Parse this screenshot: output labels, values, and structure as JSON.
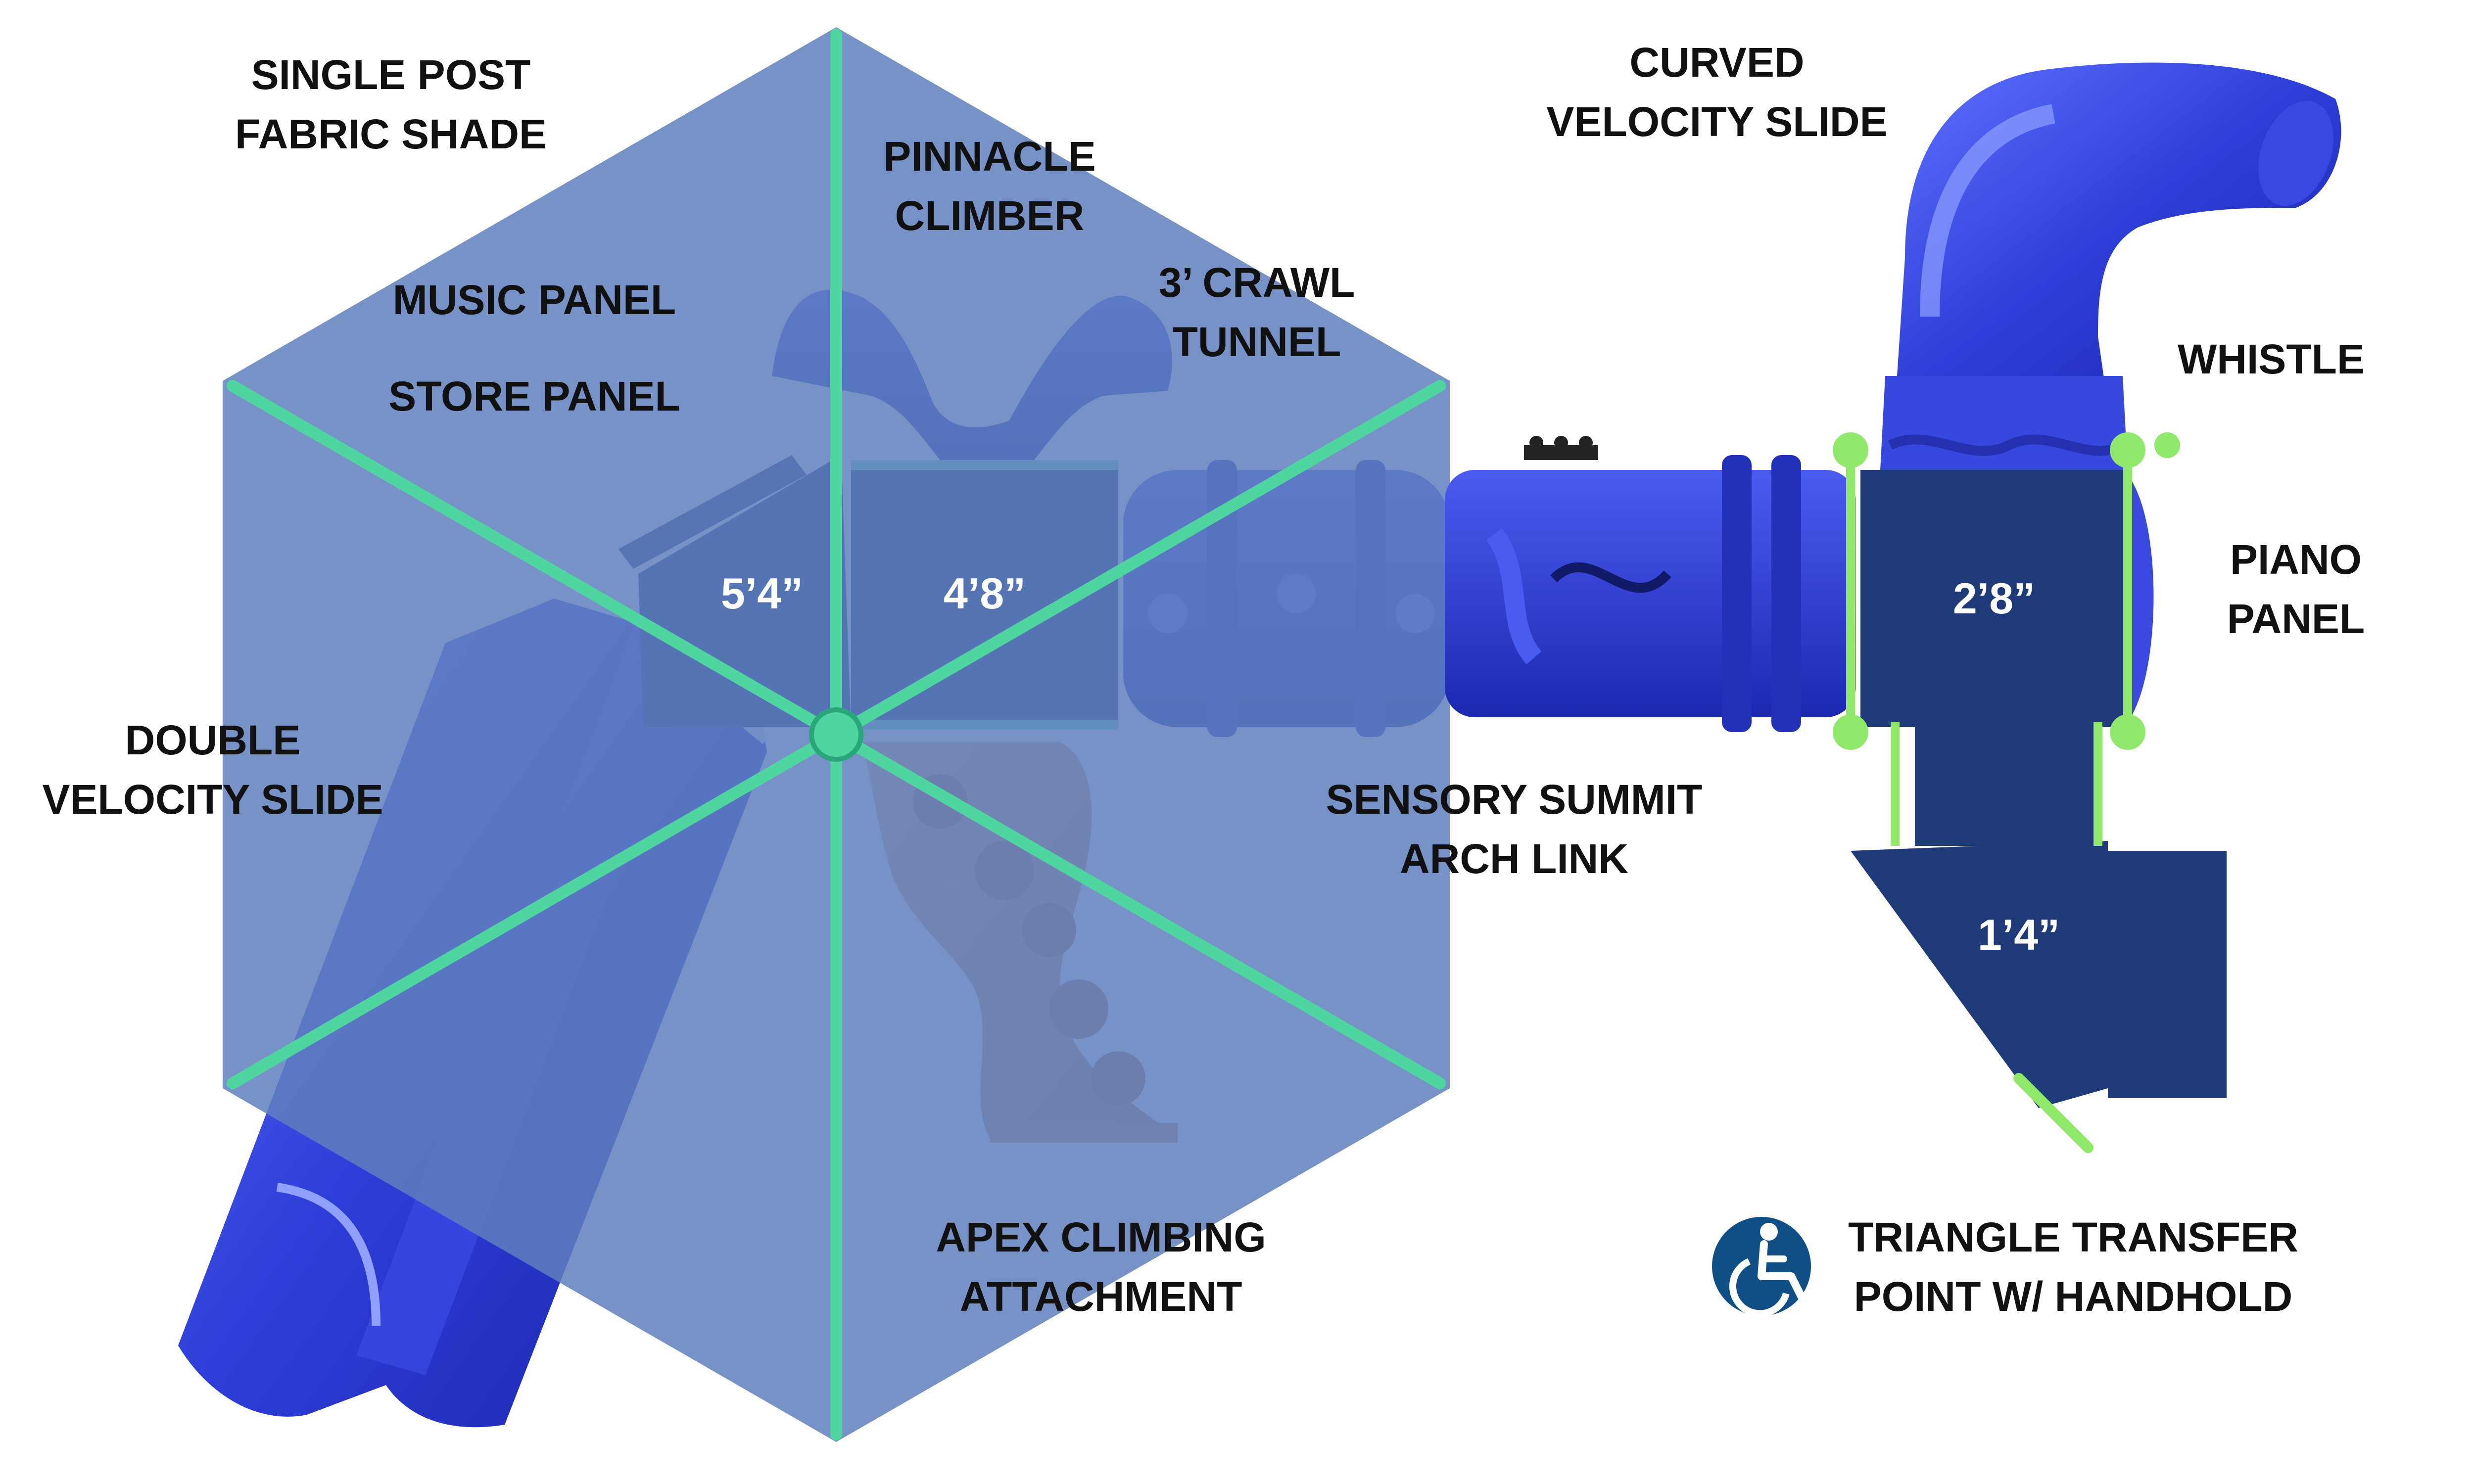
{
  "labels": {
    "shade": [
      "SINGLE POST",
      "FABRIC SHADE"
    ],
    "pinnacle": [
      "PINNACLE",
      "CLIMBER"
    ],
    "music_panel": "MUSIC PANEL",
    "store_panel": "STORE PANEL",
    "crawl_tunnel": [
      "3’ CRAWL",
      "TUNNEL"
    ],
    "curved_slide": [
      "CURVED",
      "VELOCITY SLIDE"
    ],
    "whistle": "WHISTLE",
    "piano": [
      "PIANO",
      "PANEL"
    ],
    "double_slide": [
      "DOUBLE",
      "VELOCITY SLIDE"
    ],
    "sensory": [
      "SENSORY SUMMIT",
      "ARCH LINK"
    ],
    "apex": [
      "APEX CLIMBING",
      "ATTACHMENT"
    ],
    "transfer": [
      "TRIANGLE TRANSFER",
      "POINT W/ HANDHOLD"
    ]
  },
  "deck_heights": {
    "deck_a": "5’4”",
    "deck_b": "4’8”",
    "deck_c": "2’8”",
    "deck_d": "1’4”"
  },
  "icons": {
    "accessibility": "wheelchair-accessible-icon"
  },
  "colors": {
    "shade_fabric": "#5f7fbd",
    "frame": "#4fd6a0",
    "plastic_blue": "#2f3fd6",
    "deck_navy": "#1f3a78",
    "climber_tan": "#d7a57c",
    "accent_green": "#8fe86a",
    "access_badge": "#0f4f86"
  }
}
